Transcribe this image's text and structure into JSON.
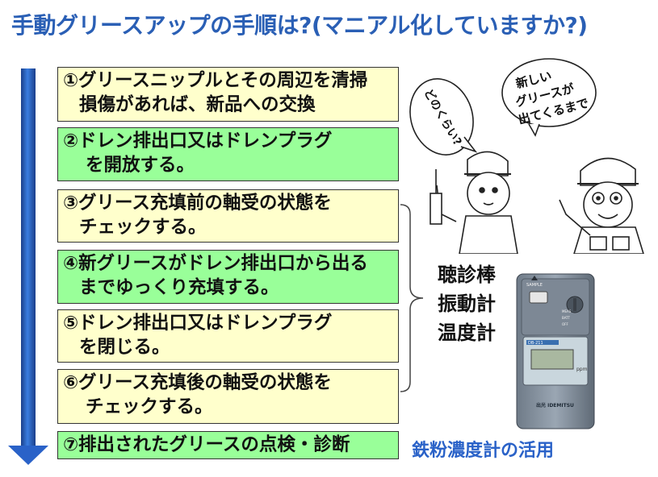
{
  "title": "手動グリースアップの手順は?(マニアル化していますか?)",
  "steps": [
    {
      "line1": "①グリースニップルとその周辺を清掃",
      "line2": "損傷があれば、新品への交換",
      "color": "#ffffcc"
    },
    {
      "line1": "②ドレン排出口又はドレンプラグ",
      "line2": "を開放する。",
      "color": "#99ff99"
    },
    {
      "line1": "③グリース充填前の軸受の状態を",
      "line2": "チェックする。",
      "color": "#ffffcc"
    },
    {
      "line1": "④新グリースがドレン排出口から出る",
      "line2": "までゆっくり充填する。",
      "color": "#99ff99"
    },
    {
      "line1": "⑤ドレン排出口又はドレンプラグ",
      "line2": "を閉じる。",
      "color": "#ffffcc"
    },
    {
      "line1": "⑥グリース充填後の軸受の状態を",
      "line2": "チェックする。",
      "color": "#ffffcc"
    },
    {
      "line1": "⑦排出されたグリースの点検・診断",
      "color": "#99ff99"
    }
  ],
  "tools": [
    "聴診棒",
    "振動計",
    "温度計"
  ],
  "footer_note": "鉄粉濃度計の活用",
  "cartoon": {
    "speech_left": "どのくらい?",
    "speech_right": [
      "新しい",
      "グリースが",
      "出てくるまで"
    ]
  },
  "meter": {
    "top_label": "SAMPLE",
    "knob_labels": [
      "MEAS",
      "BATT",
      "OFF"
    ],
    "model": "DB-211",
    "sub_label": "ppm",
    "brand": "出光 IDEMITSU"
  },
  "colors": {
    "title": "#2a5fb5",
    "accent": "#2a62c8",
    "yellow": "#ffffcc",
    "green": "#99ff99"
  }
}
